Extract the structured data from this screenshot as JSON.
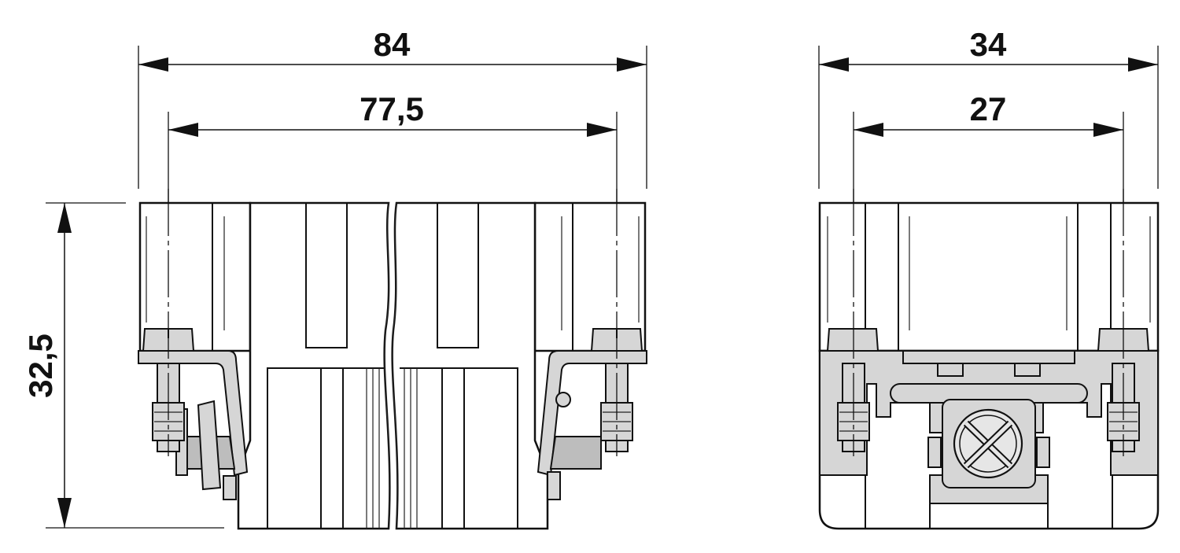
{
  "dimensions": {
    "front_overall_width": "84",
    "front_mounting_width": "77,5",
    "height": "32,5",
    "side_overall_width": "34",
    "side_mounting_width": "27"
  },
  "colors": {
    "line": "#111111",
    "metal_fill": "#d6d6d6",
    "background": "#ffffff"
  }
}
